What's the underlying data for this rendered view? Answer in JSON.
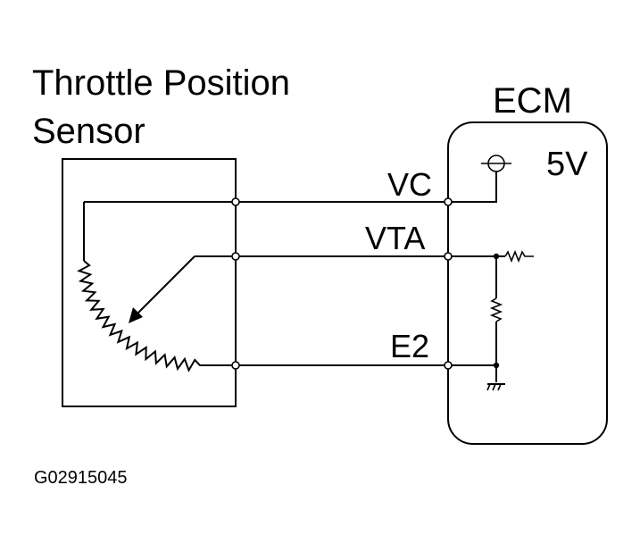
{
  "sensor": {
    "title_line1": "Throttle Position",
    "title_line2": "Sensor"
  },
  "ecm": {
    "title": "ECM",
    "supply": "5V"
  },
  "pins": {
    "vc": "VC",
    "vta": "VTA",
    "e2": "E2"
  },
  "figure_code": "G02915045"
}
